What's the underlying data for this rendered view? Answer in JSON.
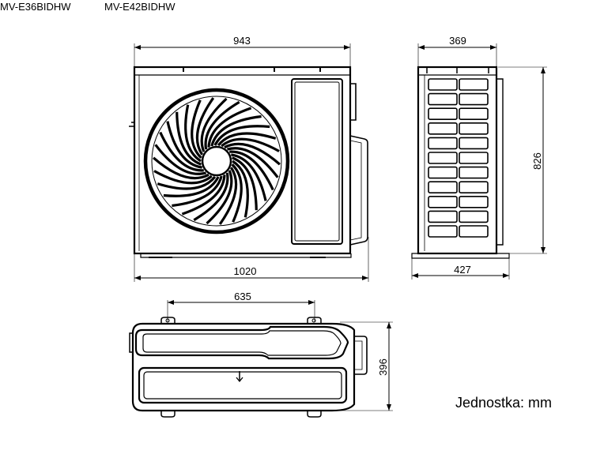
{
  "models": [
    "MV-E36BIDHW",
    "MV-E42BIDHW"
  ],
  "dimensions": {
    "front_top_width": "943",
    "front_bottom_width": "1020",
    "side_top_depth": "369",
    "side_bottom_depth": "427",
    "side_height": "826",
    "top_mount_spacing": "635",
    "top_depth": "396"
  },
  "unit_label": "Jednostka: mm"
}
